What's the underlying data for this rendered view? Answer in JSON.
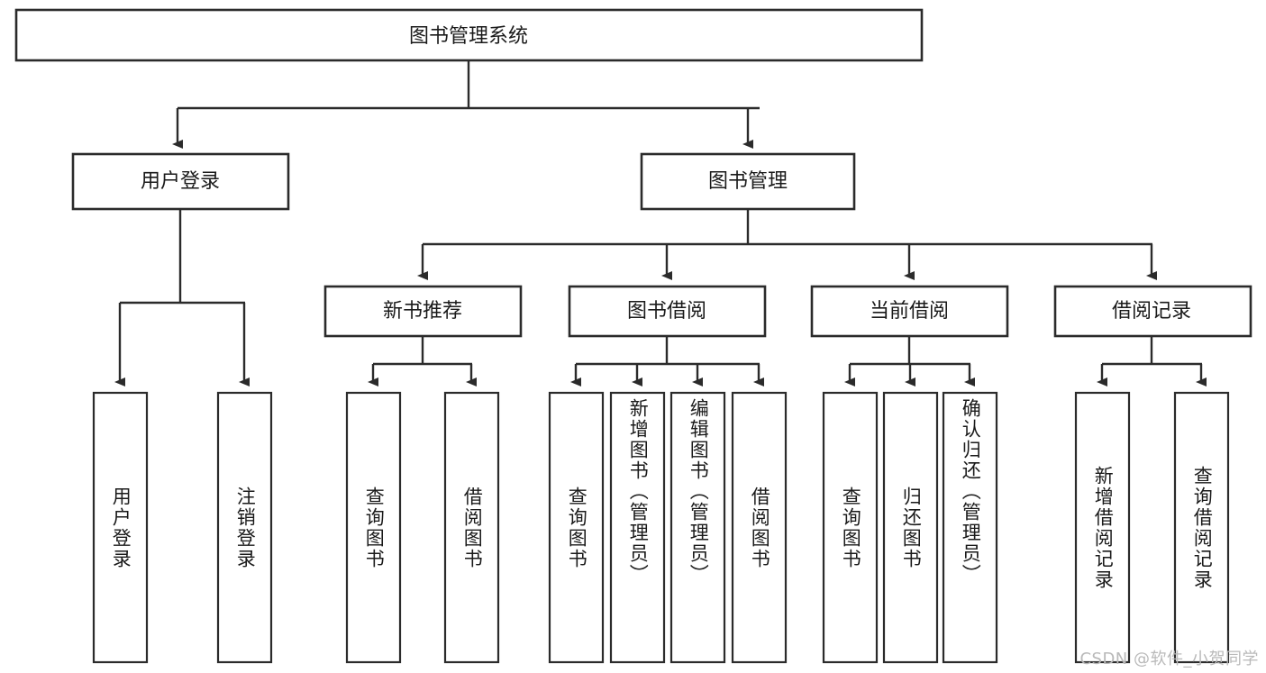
{
  "diagram": {
    "type": "tree",
    "title": "图书管理系统",
    "orientation": "top-down",
    "background_color": "#ffffff",
    "line_color": "#2b2b2b",
    "box_fill": "#ffffff",
    "text_color": "#1a1a1a",
    "root": {
      "label": "图书管理系统"
    },
    "level2": [
      {
        "label": "用户登录"
      },
      {
        "label": "图书管理"
      }
    ],
    "level3": [
      {
        "label": "新书推荐"
      },
      {
        "label": "图书借阅"
      },
      {
        "label": "当前借阅"
      },
      {
        "label": "借阅记录"
      }
    ],
    "leaves": {
      "user_login": [
        {
          "label": "用户登录"
        },
        {
          "label": "注销登录"
        }
      ],
      "new_book_recommend": [
        {
          "label": "查询图书"
        },
        {
          "label": "借阅图书"
        }
      ],
      "book_borrow": [
        {
          "label": "查询图书"
        },
        {
          "label": "新增图书（管理员）"
        },
        {
          "label": "编辑图书（管理员）"
        },
        {
          "label": "借阅图书"
        }
      ],
      "current_borrow": [
        {
          "label": "查询图书"
        },
        {
          "label": "归还图书"
        },
        {
          "label": "确认归还（管理员）"
        }
      ],
      "borrow_record": [
        {
          "label": "新增借阅记录"
        },
        {
          "label": "查询借阅记录"
        }
      ]
    }
  },
  "watermark": {
    "text": "CSDN @软件_小贺同学"
  }
}
